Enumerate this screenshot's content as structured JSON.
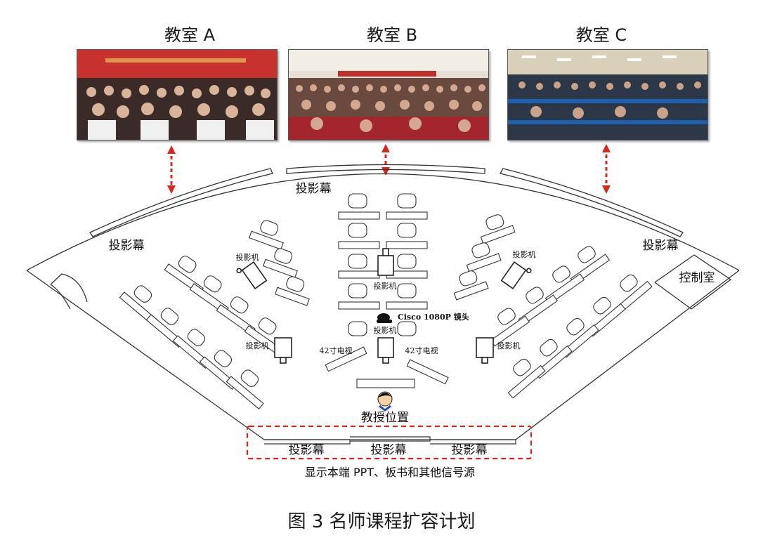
{
  "rooms": [
    {
      "name": "教室 A"
    },
    {
      "name": "教室 B"
    },
    {
      "name": "教室 C"
    }
  ],
  "labels": {
    "screen_top": "投影幕",
    "screen_left": "投影幕",
    "screen_right": "投影幕",
    "control_room": "控制室",
    "projector": "投影机",
    "camera": "Cisco 1080P 镜头",
    "tv": "42寸电视",
    "teacher": "教授位置",
    "front_screen": "投影幕",
    "front_caption": "显示本端 PPT、板书和其他信号源"
  },
  "caption": "图 3  名师课程扩容计划",
  "colors": {
    "arrow": "#d8251d",
    "line": "#333333"
  }
}
